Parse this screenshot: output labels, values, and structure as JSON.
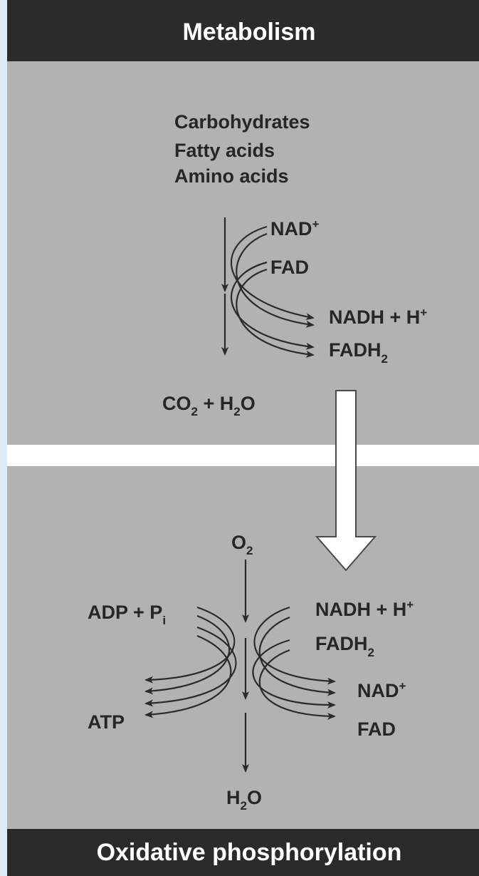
{
  "header": {
    "title": "Metabolism"
  },
  "footer": {
    "title": "Oxidative phosphorylation"
  },
  "metabolism": {
    "substrates": [
      "Carbohydrates",
      "Fatty acids",
      "Amino acids"
    ],
    "inputs": {
      "nad": "NAD",
      "nad_sup": "+",
      "fad": "FAD"
    },
    "outputs": {
      "nadh": "NADH + H",
      "nadh_sup": "+",
      "fadh": "FADH",
      "fadh_sub": "2"
    },
    "products": {
      "co": "CO",
      "co_sub": "2",
      "plus": " + ",
      "h": "H",
      "h_sub": "2",
      "o": "O"
    }
  },
  "oxphos": {
    "oxygen": {
      "o": "O",
      "o_sub": "2"
    },
    "left_input": {
      "text": "ADP + P",
      "sub": "i"
    },
    "left_output": "ATP",
    "right_inputs": {
      "nadh": "NADH + H",
      "nadh_sup": "+",
      "fadh": "FADH",
      "fadh_sub": "2"
    },
    "right_outputs": {
      "nad": "NAD",
      "nad_sup": "+",
      "fad": "FAD"
    },
    "water": {
      "h": "H",
      "h_sub": "2",
      "o": "O"
    }
  },
  "colors": {
    "page": "#dcebf6",
    "panel": "#b2b2b2",
    "header_bar": "#2b2b2b",
    "membrane": "#ffffff",
    "ink": "#262626"
  }
}
